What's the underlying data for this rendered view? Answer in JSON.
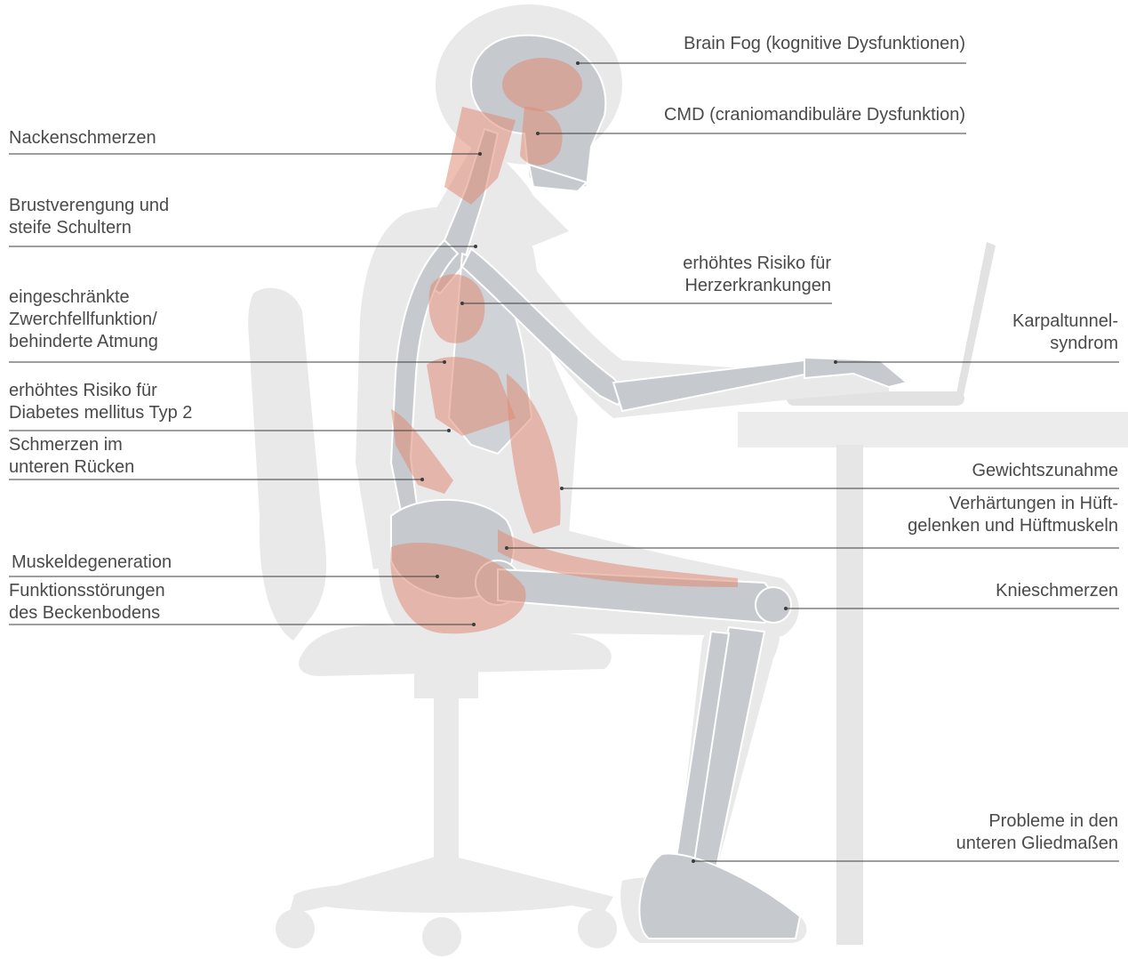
{
  "labels": {
    "brain_fog": "Brain Fog (kognitive Dysfunktionen)",
    "cmd": "CMD (craniomandibuläre Dysfunktion)",
    "nacken": "Nackenschmerzen",
    "brust": "Brustverengung und\nsteife Schultern",
    "herz": "erhöhtes Risiko für\nHerzerkrankungen",
    "zwerchfell": "eingeschränkte\nZwerchfellfunktion/\nbehinderte Atmung",
    "karpal": "Karpaltunnel-\nsyndrom",
    "diabetes": "erhöhtes Risiko für\nDiabetes mellitus Typ 2",
    "ruecken": "Schmerzen im\nunteren Rücken",
    "gewicht": "Gewichtszunahme",
    "huefte": "Verhärtungen in Hüft-\ngelenken und Hüftmuskeln",
    "muskel": "Muskeldegeneration",
    "becken": "Funktionsstörungen\ndes Beckenbodens",
    "knie": "Knieschmerzen",
    "gliedmassen": "Probleme in den\nunteren Gliedmaßen"
  },
  "colors": {
    "silhouette": "#e9e9ea",
    "bone": "#c9ccd0",
    "muscle": "#e08a74",
    "leader_line": "#3c3c3c",
    "text": "#4a4a4a"
  }
}
